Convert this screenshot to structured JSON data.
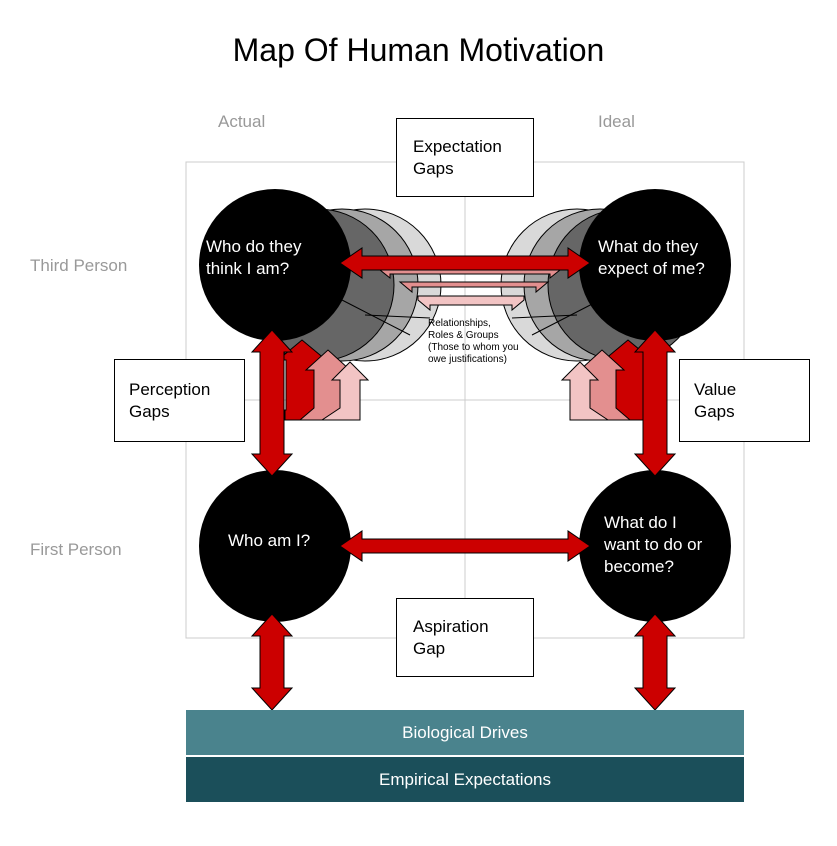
{
  "title": "Map Of Human Motivation",
  "columns": {
    "left": "Actual",
    "right": "Ideal"
  },
  "rows": {
    "top": "Third Person",
    "bottom": "First Person"
  },
  "gap_boxes": {
    "expectation": "Expectation\nGaps",
    "perception": "Perception\nGaps",
    "value": "Value\nGaps",
    "aspiration": "Aspiration\nGap"
  },
  "circles": {
    "top_left": "Who do they\nthink I am?",
    "top_right": "What do they\nexpect of me?",
    "bottom_left": "Who am I?",
    "bottom_right": "What do I\nwant to do or\nbecome?"
  },
  "relationships_note": "Relationships,\nRoles & Groups\n(Those to whom you\nowe justifications)",
  "bands": {
    "biological": "Biological Drives",
    "empirical": "Empirical Expectations"
  },
  "colors": {
    "arrow_red": "#cc0000",
    "arrow_pink": "#e38f8f",
    "arrow_light_pink": "#f2c4c4",
    "circle_black": "#000000",
    "band_biological": "#4a838d",
    "band_empirical": "#1b4f5a",
    "grid_gray": "#cccccc",
    "label_gray": "#999999"
  }
}
